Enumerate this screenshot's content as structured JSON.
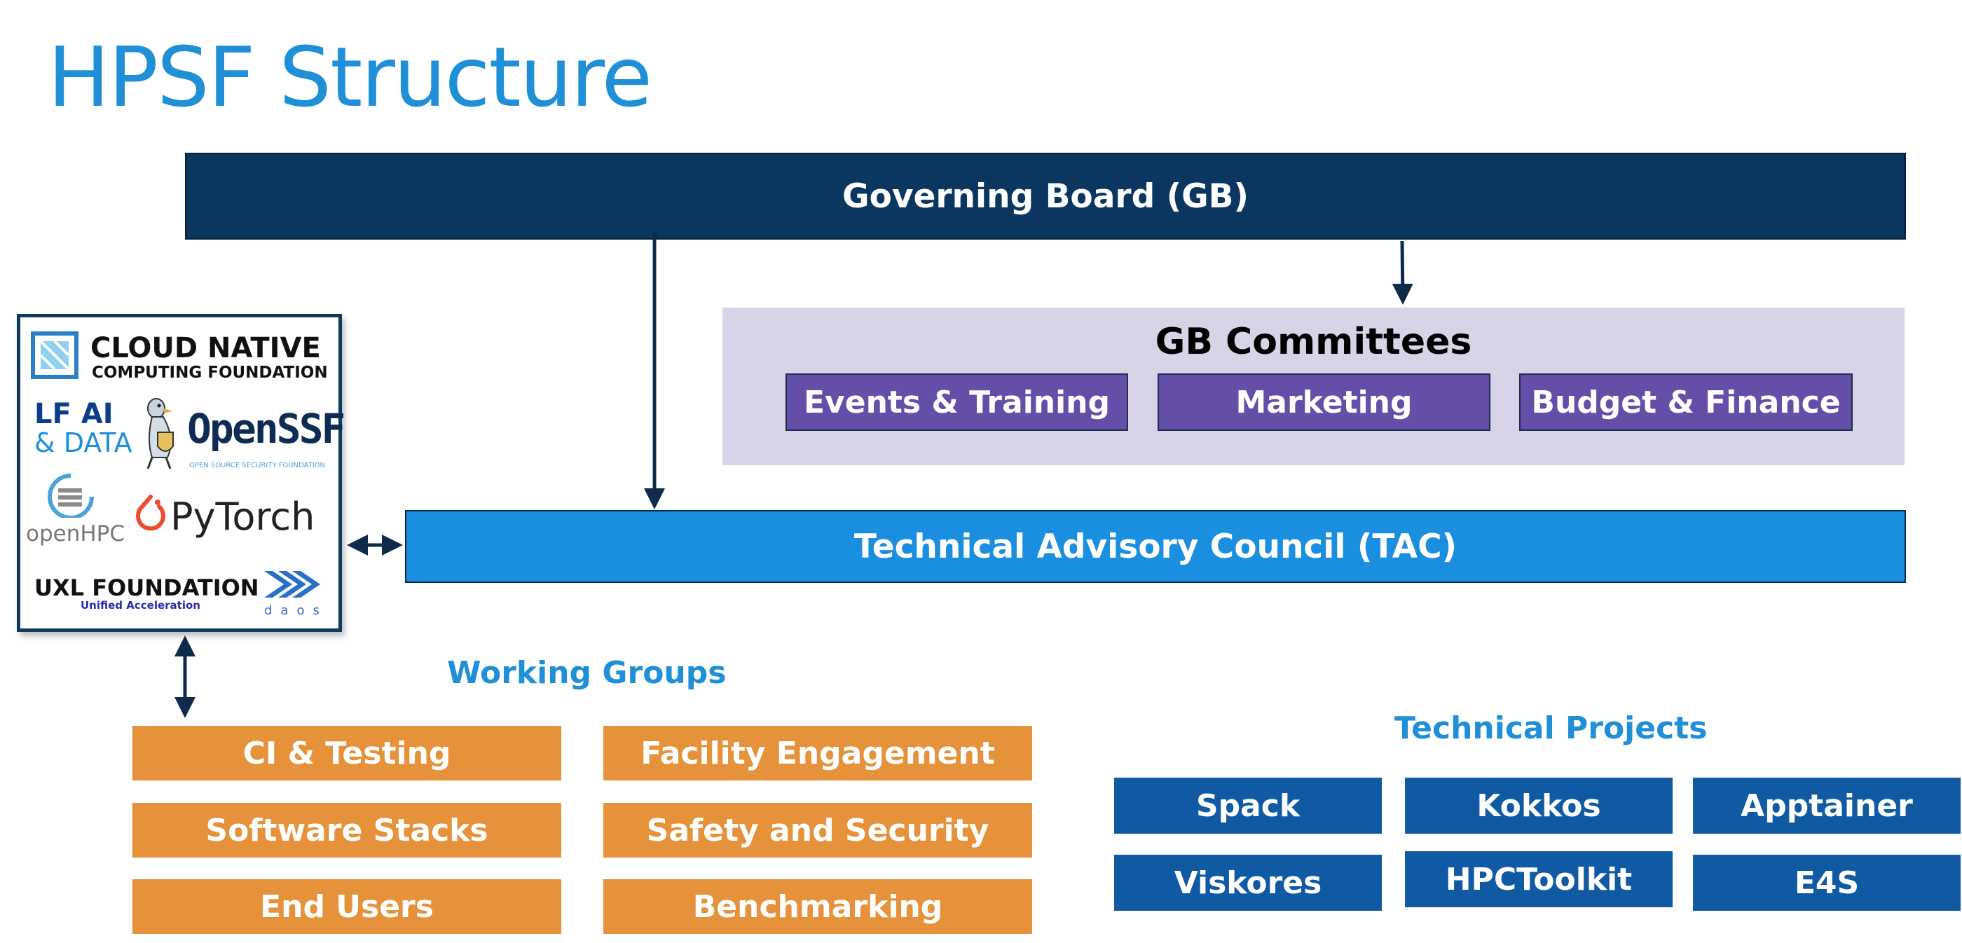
{
  "page": {
    "title": "HPSF Structure"
  },
  "governing_board": {
    "label": "Governing Board (GB)"
  },
  "gb_committees": {
    "title": "GB Committees",
    "items": [
      "Events & Training",
      "Marketing",
      "Budget & Finance"
    ]
  },
  "tac": {
    "label": "Technical Advisory Council (TAC)"
  },
  "logos": {
    "cncf_line1": "CLOUD NATIVE",
    "cncf_line2": "COMPUTING FOUNDATION",
    "lf_ai_line1": "LF AI",
    "lf_ai_line2": "& DATA",
    "openssf": "OpenSSF",
    "openssf_sub": "OPEN SOURCE SECURITY FOUNDATION",
    "openhpc": "openHPC",
    "pytorch": "PyTorch",
    "uxl": "UXL FOUNDATION",
    "uxl_sub": "Unified Acceleration",
    "daos": "daos"
  },
  "working_groups": {
    "title": "Working Groups",
    "items": [
      "CI & Testing",
      "Facility Engagement",
      "Software Stacks",
      "Safety and Security",
      "End Users",
      "Benchmarking"
    ]
  },
  "technical_projects": {
    "title": "Technical Projects",
    "items": [
      "Spack",
      "Kokkos",
      "Apptainer",
      "Viskores",
      "HPCToolkit",
      "E4S"
    ]
  },
  "colors": {
    "title_blue": "#1f8fd8",
    "gb_navy": "#0a3660",
    "committee_panel": "#d9d3e8",
    "committee_purple": "#654ea8",
    "tac_blue": "#1b8fdf",
    "wg_orange": "#e6923a",
    "tp_blue": "#0f5aa3",
    "arrow": "#0f2a4a"
  }
}
